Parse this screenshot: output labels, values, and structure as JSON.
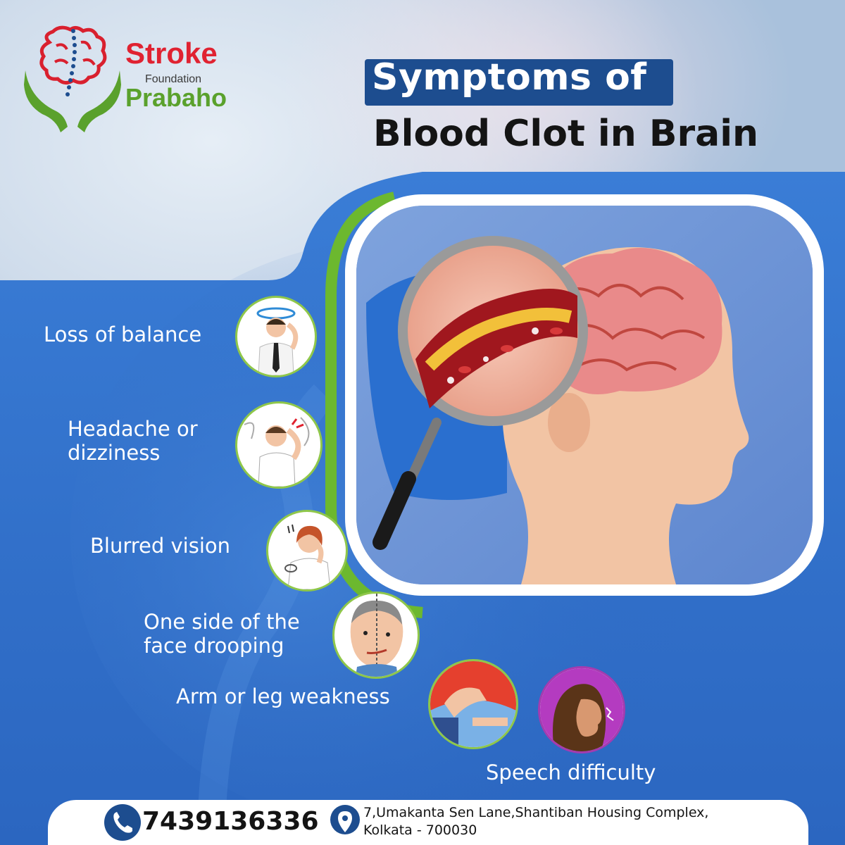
{
  "brand": {
    "name_line1": "Stroke",
    "name_line2": "Foundation",
    "name_line3": "Prabaho",
    "colors": {
      "red": "#e02231",
      "green": "#5aa12c",
      "navy": "#1d4d8f",
      "blue": "#2f6fc9"
    }
  },
  "headline": {
    "line1": "Symptoms of",
    "line2": "Blood Clot in Brain"
  },
  "symptoms": [
    {
      "label": "Loss of balance",
      "icon": "dizzy-man-icon"
    },
    {
      "label_line1": "Headache or",
      "label_line2": "dizziness",
      "icon": "headache-man-icon"
    },
    {
      "label": "Blurred vision",
      "icon": "rubbing-eyes-woman-icon"
    },
    {
      "label_line1": "One side of the",
      "label_line2": "face drooping",
      "icon": "drooping-face-icon"
    },
    {
      "label": "Arm or leg weakness",
      "icon": "holding-arm-icon"
    },
    {
      "label": "Speech difficulty",
      "icon": "speaking-woman-icon"
    }
  ],
  "illustration": {
    "icon": "magnifier-over-brain-artery-icon"
  },
  "contact": {
    "phone": "7439136336",
    "address_line1": "7,Umakanta Sen Lane,Shantiban Housing Complex,",
    "address_line2": "Kolkata - 700030",
    "phone_icon": "phone-icon",
    "location_icon": "location-pin-icon"
  }
}
